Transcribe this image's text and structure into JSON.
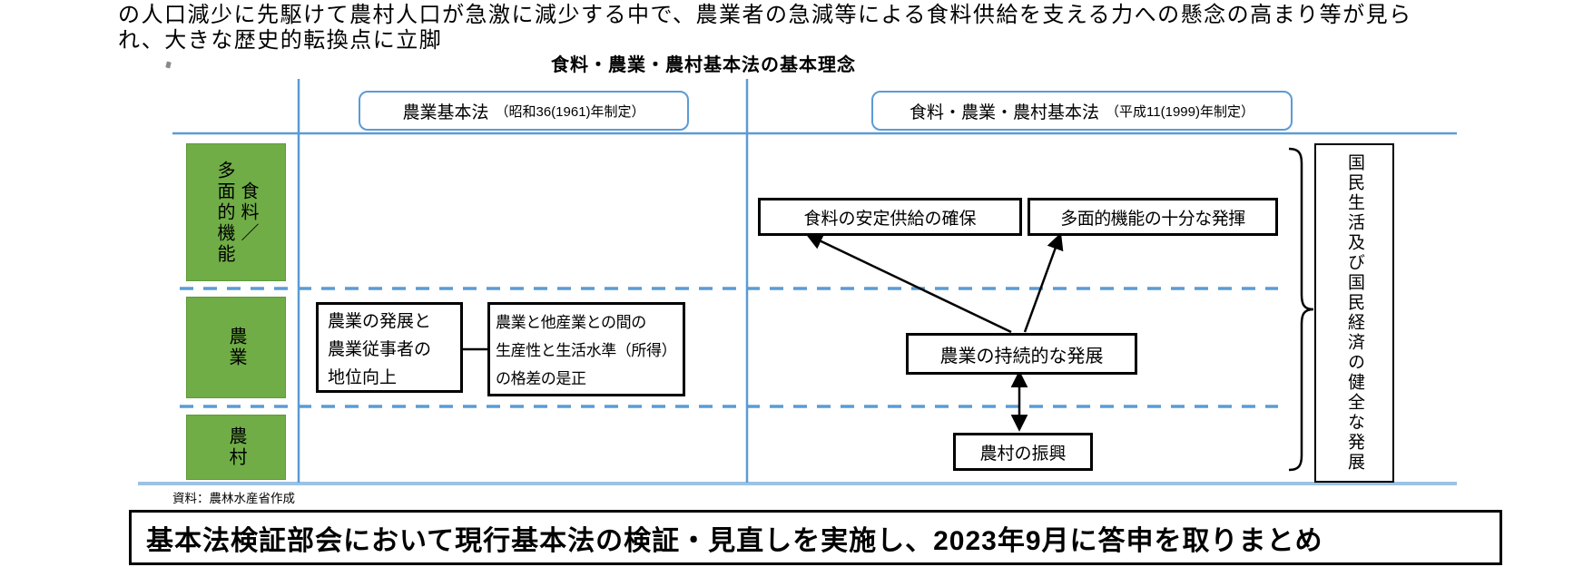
{
  "intro_text": "の人口減少に先駆けて農村人口が急激に減少する中で、農業者の急減等による食料供給を支える力への懸念の高まり等が見られ、大きな歴史的転換点に立脚",
  "diagram": {
    "title": "食料・農業・農村基本法の基本理念",
    "old_law_header": {
      "name": "農業基本法",
      "note": "（昭和36(1961)年制定）"
    },
    "new_law_header": {
      "name": "食料・農業・農村基本法",
      "note": "（平成11(1999)年制定）"
    },
    "row_labels": {
      "row1_col_right": "食料／",
      "row1_col_left": "多面的機能",
      "row2": "農業",
      "row3": "農村"
    },
    "old_law": {
      "development_lines": [
        "農業の発展と",
        "農業従事者の",
        "地位向上"
      ],
      "gap_lines": [
        "農業と他産業との間の",
        "生産性と生活水準（所得）",
        "の格差の是正"
      ]
    },
    "new_law": {
      "food_supply": "食料の安定供給の確保",
      "multifunction": "多面的機能の十分な発揮",
      "sustainable_agriculture": "農業の持続的な発展",
      "rural_promotion": "農村の振興",
      "goal": "国民生活及び国民経済の健全な発展"
    },
    "source": "資料：農林水産省作成"
  },
  "banner_text": "基本法検証部会において現行基本法の検証・見直しを実施し、2023年9月に答申を取りまとめ",
  "colors": {
    "row_label_green": "#70AD47",
    "frame_blue": "#5B9BD5",
    "bottom_line_blue": "#9CC2E5",
    "box_border": "#000000"
  }
}
